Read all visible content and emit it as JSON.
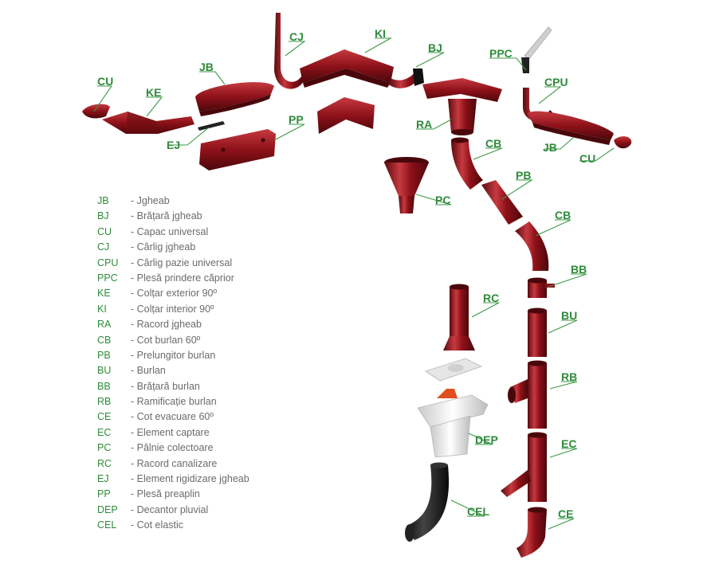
{
  "colors": {
    "product": "#8e1119",
    "product_dark": "#5a0a0f",
    "product_light": "#c63a40",
    "label": "#2e8b3a",
    "legend_text": "#6b6b6b"
  },
  "callouts": {
    "cu_left": "CU",
    "ke": "KE",
    "jb_left": "JB",
    "cj": "CJ",
    "ki": "KI",
    "bj": "BJ",
    "ppc": "PPC",
    "cpu": "CPU",
    "ej": "EJ",
    "pp": "PP",
    "ra": "RA",
    "cb_top": "CB",
    "jb_right": "JB",
    "cu_right": "CU",
    "pb": "PB",
    "pc": "PC",
    "cb_mid": "CB",
    "bb": "BB",
    "rc": "RC",
    "bu": "BU",
    "rb": "RB",
    "dep": "DEP",
    "ec": "EC",
    "cel": "CEL",
    "ce": "CE"
  },
  "legend": [
    {
      "code": "JB",
      "desc": "- Jgheab"
    },
    {
      "code": "BJ",
      "desc": "- Brățară jgheab"
    },
    {
      "code": "CU",
      "desc": "- Capac universal"
    },
    {
      "code": "CJ",
      "desc": "- Cârlig jgheab"
    },
    {
      "code": "CPU",
      "desc": "- Cârlig pazie universal"
    },
    {
      "code": "PPC",
      "desc": "- Plesă prindere căprior"
    },
    {
      "code": "KE",
      "desc": "- Colțar exterior 90º"
    },
    {
      "code": "KI",
      "desc": "- Colțar interior 90º"
    },
    {
      "code": "RA",
      "desc": "- Racord jgheab"
    },
    {
      "code": "CB",
      "desc": "- Cot burlan 60º"
    },
    {
      "code": "PB",
      "desc": "- Prelungitor burlan"
    },
    {
      "code": "BU",
      "desc": "- Burlan"
    },
    {
      "code": "BB",
      "desc": "- Brățară burlan"
    },
    {
      "code": "RB",
      "desc": "- Ramificație burlan"
    },
    {
      "code": "CE",
      "desc": "- Cot evacuare 60º"
    },
    {
      "code": "EC",
      "desc": "- Element captare"
    },
    {
      "code": "PC",
      "desc": "- Pâlnie colectoare"
    },
    {
      "code": "RC",
      "desc": "- Racord canalizare"
    },
    {
      "code": "EJ",
      "desc": "- Element rigidizare jgheab"
    },
    {
      "code": "PP",
      "desc": "- Plesă preaplin"
    },
    {
      "code": "DEP",
      "desc": "- Decantor pluvial"
    },
    {
      "code": "CEL",
      "desc": "- Cot elastic"
    }
  ]
}
